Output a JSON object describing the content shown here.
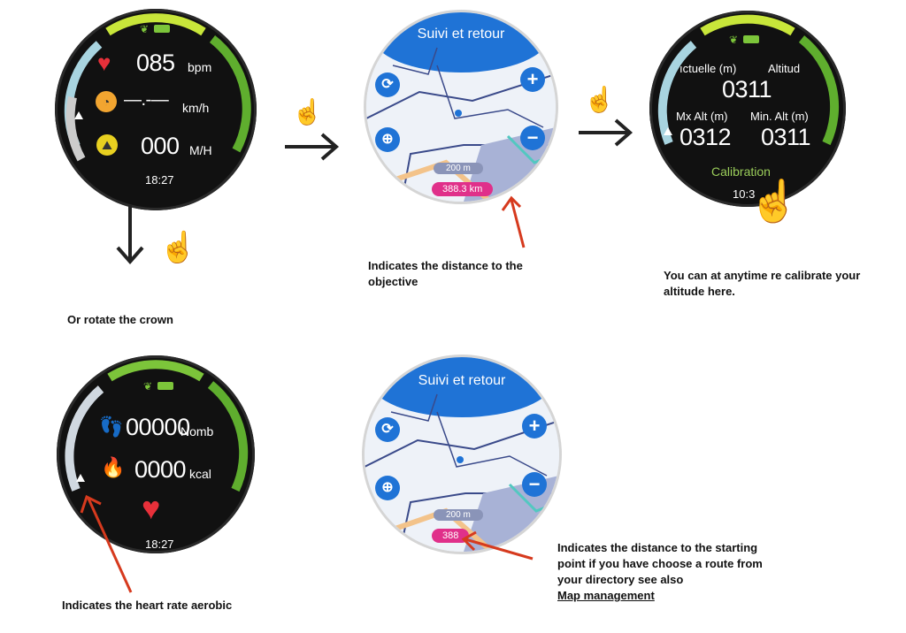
{
  "watch_heart": {
    "heart_value": "085",
    "heart_unit": "bpm",
    "speed_value": "—.-—",
    "speed_unit": "km/h",
    "climb_value": "000",
    "climb_unit": "M/H",
    "time": "18:27"
  },
  "map_top": {
    "title": "Suivi et retour",
    "scale": "200 m",
    "distance": "388.3 km"
  },
  "watch_altitude": {
    "current_label": "ıctuelle (m)",
    "altitude_label": "Altitud",
    "current_value": "0311",
    "max_label": "Mx Alt (m)",
    "max_value": "0312",
    "min_label": "Min. Alt (m)",
    "min_value": "0311",
    "calibration": "Calibration",
    "time": "10:3"
  },
  "watch_steps": {
    "steps_value": "00000",
    "steps_unit": "Nomb",
    "kcal_value": "0000",
    "kcal_unit": "kcal",
    "time": "18:27"
  },
  "map_bottom": {
    "title": "Suivi et retour",
    "scale": "200 m",
    "distance": "388"
  },
  "captions": {
    "distance_objective": "Indicates the distance to the objective",
    "recalibrate": "You can at anytime re calibrate your altitude here.",
    "rotate_crown": "Or rotate the crown",
    "heart_rate_aerobic": "Indicates the heart rate aerobic",
    "starting_point": "Indicates the distance to the starting point if you have choose a route from your directory see also",
    "map_management": "Map management"
  },
  "colors": {
    "ring_green": "#7cc53a",
    "ring_lime": "#c8e63a",
    "map_blue": "#1f73d6",
    "distance_pink": "#e0308a",
    "arrow_red": "#d63a1e"
  }
}
